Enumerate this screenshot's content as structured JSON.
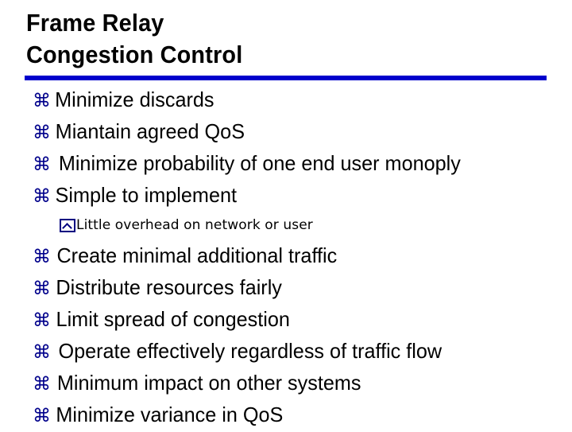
{
  "slide": {
    "background_color": "#ffffff",
    "title": {
      "lines": [
        "Frame Relay",
        "Congestion Control"
      ],
      "color": "#000000"
    },
    "rule": {
      "color": "#0000CC"
    },
    "bullet_glyphs": {
      "level1": "⌘",
      "level1_name": "place-of-interest-bullet",
      "level1_color": "#00008B",
      "level2_name": "boxed-caret-bullet",
      "level2_color": "#000080"
    },
    "bullets": [
      {
        "level": 1,
        "text": "Minimize discards"
      },
      {
        "level": 1,
        "text": "Miantain agreed QoS"
      },
      {
        "level": 1,
        "text": "Minimize probability of one end user monoply"
      },
      {
        "level": 1,
        "text": "Simple to implement"
      },
      {
        "level": 2,
        "text": "Little overhead on network or user"
      },
      {
        "level": 1,
        "text": "Create minimal additional traffic"
      },
      {
        "level": 1,
        "text": "Distribute resources fairly"
      },
      {
        "level": 1,
        "text": "Limit spread of congestion"
      },
      {
        "level": 1,
        "text": "Operate effectively regardless of traffic flow"
      },
      {
        "level": 1,
        "text": "Minimum impact on other systems"
      },
      {
        "level": 1,
        "text": "Minimize variance in QoS"
      }
    ]
  }
}
